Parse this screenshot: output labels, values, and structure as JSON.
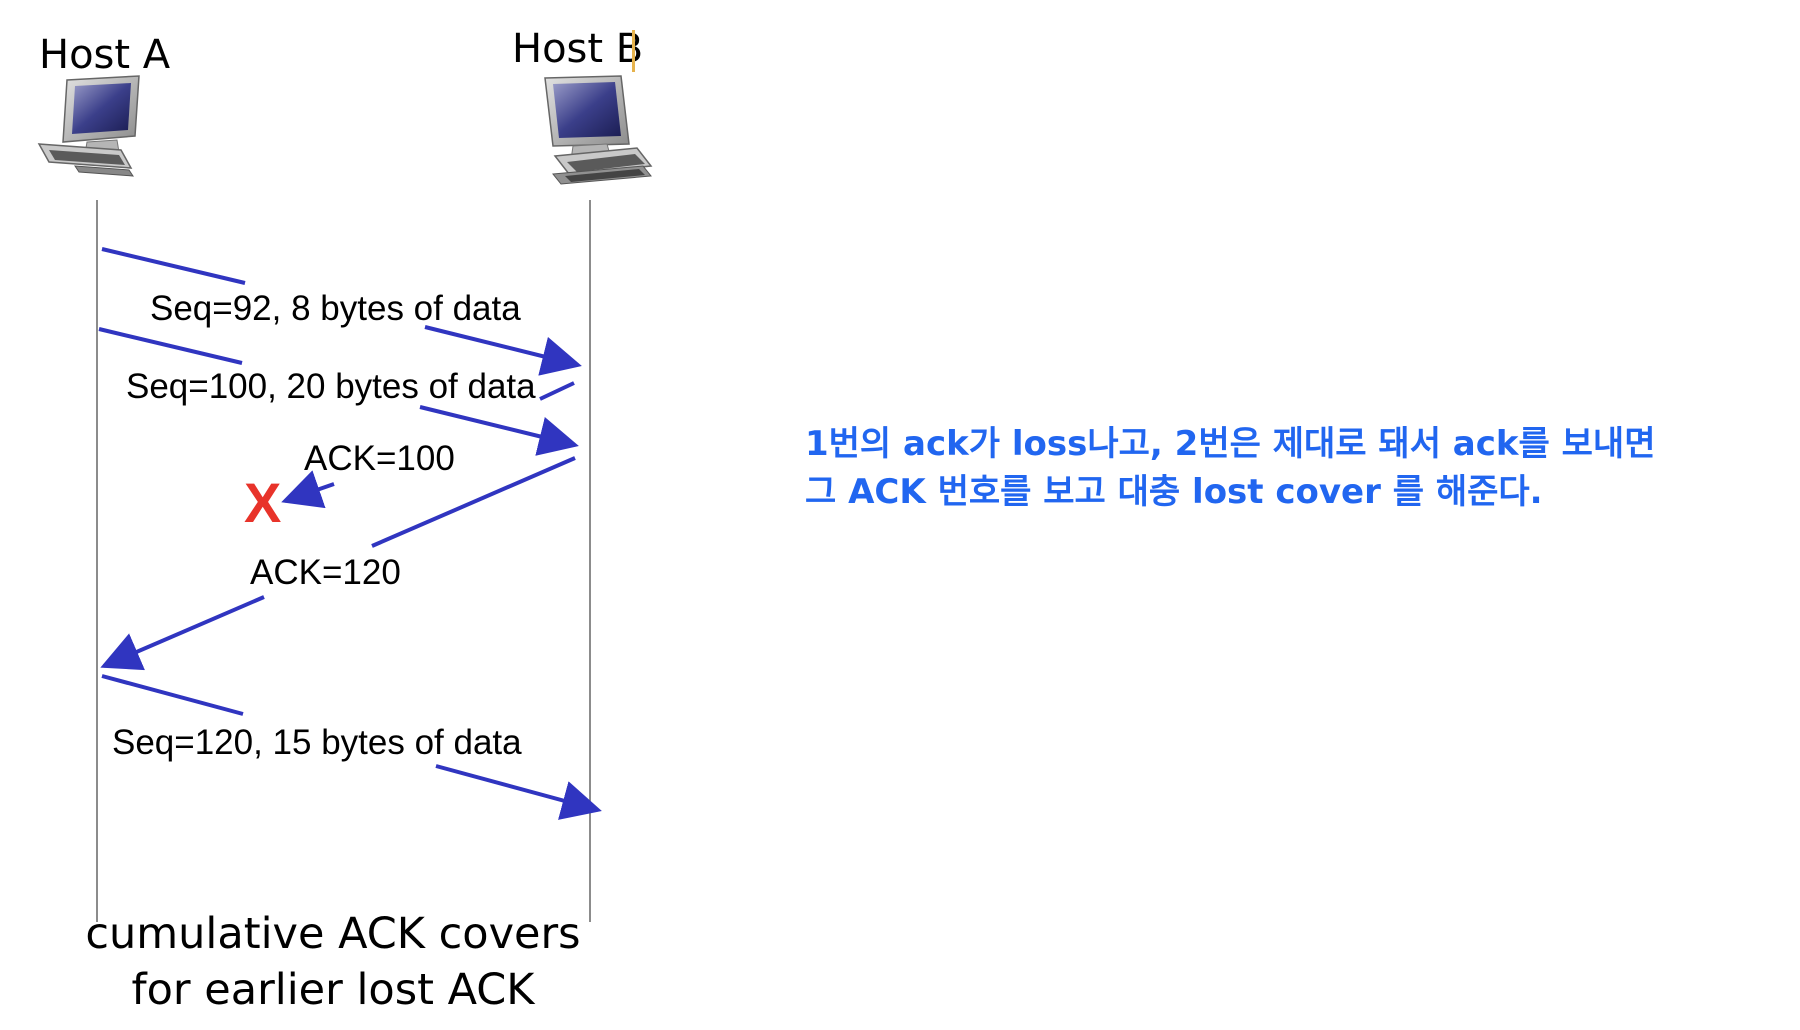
{
  "hosts": {
    "a_label": "Host A",
    "b_label": "Host B"
  },
  "messages": [
    {
      "label": "Seq=92, 8 bytes of data"
    },
    {
      "label": "Seq=100, 20 bytes of data"
    },
    {
      "label": "ACK=100"
    },
    {
      "label": "ACK=120"
    },
    {
      "label": "Seq=120,  15 bytes of data"
    }
  ],
  "loss_marker": "X",
  "caption": {
    "line1": "cumulative ACK covers",
    "line2": "for earlier lost ACK"
  },
  "note": {
    "line1": "1번의 ack가 loss나고, 2번은 제대로 돼서 ack를 보내면",
    "line2": "그 ACK 번호를 보고 대충 lost cover 를 해준다."
  },
  "colors": {
    "arrow": "#3035c0",
    "loss": "#e8332a",
    "note": "#2166f0",
    "cursor": "#e6b34d"
  }
}
